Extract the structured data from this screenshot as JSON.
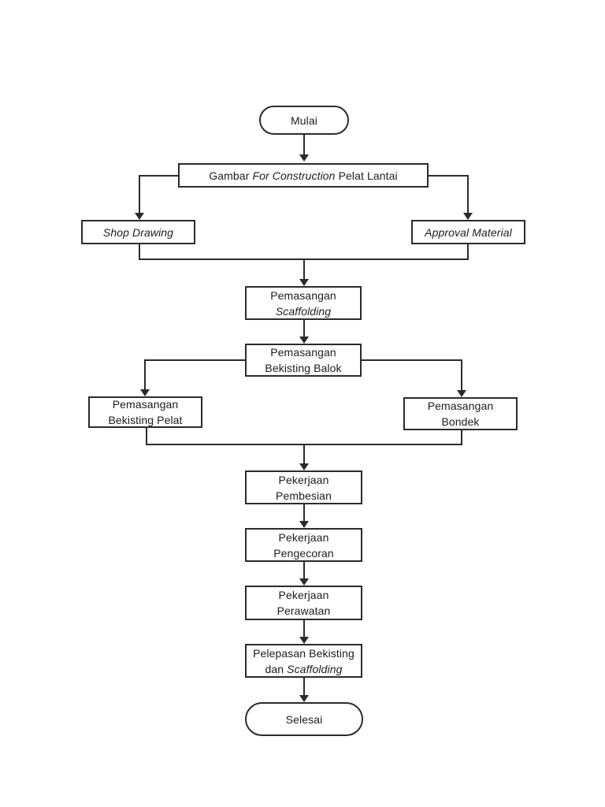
{
  "title": "Flowchart pekerjaan pelat lantai",
  "colors": {
    "line": "#2b2b2b",
    "border": "#2b2b2b",
    "text": "#1c1c1c",
    "page_background": "#ffffff"
  },
  "nodes": {
    "mulai": {
      "label": "Mulai",
      "shape": "terminator"
    },
    "gambar": {
      "prefix": "Gambar",
      "italic": "For Construction",
      "suffix": "Pelat Lantai",
      "shape": "process"
    },
    "shop_drawing": {
      "label": "Shop Drawing",
      "shape": "process",
      "style": "italic"
    },
    "approval_material": {
      "label": "Approval Material",
      "shape": "process",
      "style": "italic"
    },
    "pemasangan_scaffolding": {
      "line1": "Pemasangan",
      "line2_italic": "Scaffolding",
      "shape": "process"
    },
    "pemasangan_bekisting_balok": {
      "line1": "Pemasangan",
      "line2": "Bekisting Balok",
      "shape": "process"
    },
    "pemasangan_bekisting_pelat": {
      "line1": "Pemasangan",
      "line2": "Bekisting Pelat",
      "shape": "process"
    },
    "pemasangan_bondek": {
      "line1": "Pemasangan",
      "line2": "Bondek",
      "shape": "process"
    },
    "pekerjaan_pembesian": {
      "line1": "Pekerjaan",
      "line2": "Pembesian",
      "shape": "process"
    },
    "pekerjaan_pengecoran": {
      "line1": "Pekerjaan",
      "line2": "Pengecoran",
      "shape": "process"
    },
    "pekerjaan_perawatan": {
      "line1": "Pekerjaan",
      "line2": "Perawatan",
      "shape": "process"
    },
    "pelepasan_bekisting": {
      "line1": "Pelepasan Bekisting",
      "line2_prefix": "dan",
      "line2_italic": "Scaffolding",
      "shape": "process"
    },
    "selesai": {
      "label": "Selesai",
      "shape": "terminator"
    }
  },
  "edges": [
    "mulai -> gambar",
    "gambar -> shop_drawing",
    "gambar -> approval_material",
    "shop_drawing + approval_material -> pemasangan_scaffolding",
    "pemasangan_scaffolding -> pemasangan_bekisting_balok",
    "pemasangan_bekisting_balok -> pemasangan_bekisting_pelat",
    "pemasangan_bekisting_balok -> pemasangan_bondek",
    "pemasangan_bekisting_pelat + pemasangan_bondek -> pekerjaan_pembesian",
    "pekerjaan_pembesian -> pekerjaan_pengecoran",
    "pekerjaan_pengecoran -> pekerjaan_perawatan",
    "pekerjaan_perawatan -> pelepasan_bekisting",
    "pelepasan_bekisting -> selesai"
  ]
}
